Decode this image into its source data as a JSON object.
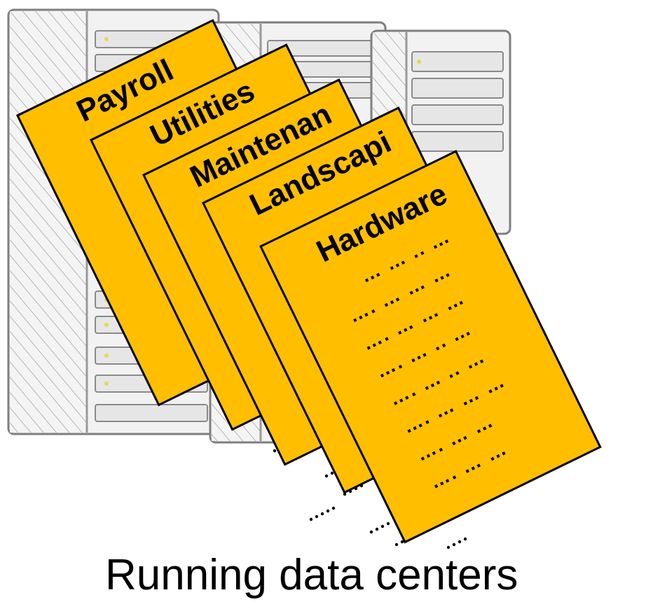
{
  "caption": "Running data centers",
  "colors": {
    "document_fill": "#FFBF00",
    "document_stroke": "#000000",
    "server_fill": "#F2F2F2",
    "server_stroke": "#7F7F7F"
  },
  "documents": [
    {
      "title": "Payroll"
    },
    {
      "title": "Utilities"
    },
    {
      "title": "Maintenan"
    },
    {
      "title": "Landscapi"
    },
    {
      "title": "Hardware"
    }
  ],
  "detail_lines": [
    "… … .. …",
    "…. … … …",
    "…. … … …",
    "…. … .. …",
    "…. … .. …",
    "…. … … …",
    "…. … …",
    "…. … …"
  ]
}
